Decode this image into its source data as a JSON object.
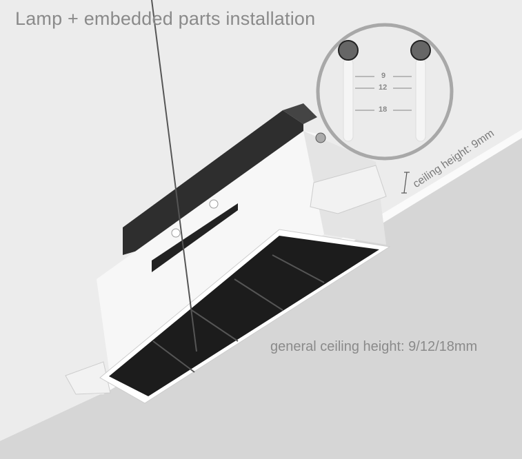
{
  "title": "Lamp + embedded parts installation",
  "labels": {
    "ceiling_height": "ceiling height: 9mm",
    "general_ceiling_height": "general ceiling height: 9/12/18mm"
  },
  "detail_marks": [
    "9",
    "12",
    "18"
  ],
  "colors": {
    "background": "#ececec",
    "ceiling": "#d6d6d6",
    "text": "#8a8a8a",
    "louver": "#1c1c1c"
  }
}
